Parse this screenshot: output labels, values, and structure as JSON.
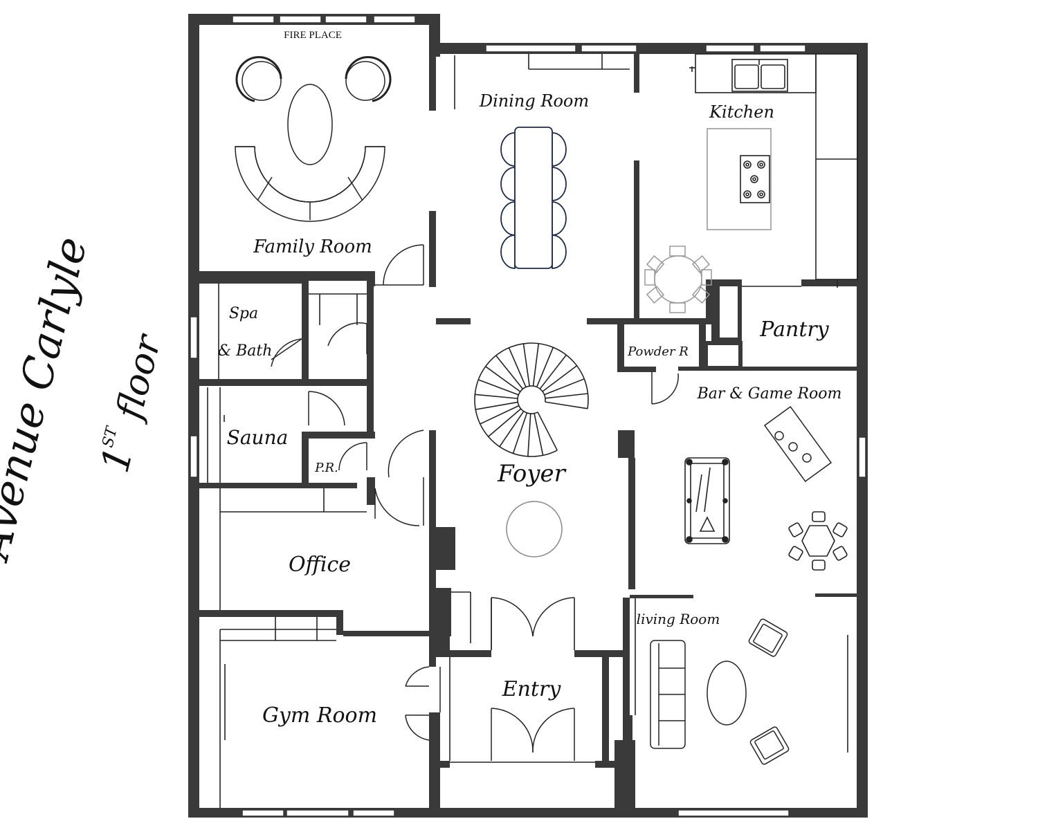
{
  "title": {
    "line1": "Avenue Carlyle",
    "floor_num": "1",
    "floor_sup": "ST",
    "floor_word": "floor"
  },
  "labels": {
    "fireplace": "FIRE PLACE",
    "family_room": "Family Room",
    "dining_room": "Dining Room",
    "kitchen": "Kitchen",
    "spa_bath_1": "Spa",
    "spa_bath_2": "& Bath",
    "sauna": "Sauna",
    "pr": "P.R.",
    "pantry": "Pantry",
    "powder_room": "Powder R",
    "bar_game_room": "Bar & Game Room",
    "foyer": "Foyer",
    "office": "Office",
    "living_room": "living Room",
    "entry": "Entry",
    "gym_room": "Gym Room"
  },
  "colors": {
    "wall": "#3a3a3a",
    "line": "#222222",
    "furniture": "#333333",
    "table_fill": "#ffffff",
    "chair_stroke": "#1e2a44"
  }
}
